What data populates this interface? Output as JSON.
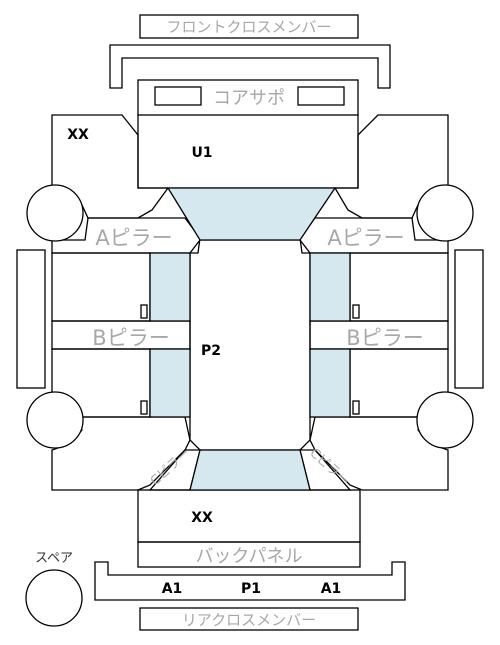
{
  "front_cross_member": "フロントクロスメンバー",
  "core_support": "コアサポ",
  "left_front_code": "XX",
  "roof_code": "U1",
  "a_pillar_left": "Aピラー",
  "a_pillar_right": "Aピラー",
  "b_pillar_left": "Bピラー",
  "b_pillar_right": "Bピラー",
  "center_code": "P2",
  "c_pillar_left": "Cピラー",
  "c_pillar_right": "Cピラー",
  "rear_code": "XX",
  "back_panel": "バックパネル",
  "spare": "スペア",
  "rear_left_code": "A1",
  "rear_center_code": "P1",
  "rear_right_code": "A1",
  "rear_cross_member": "リアクロスメンバー",
  "colors": {
    "glass": "#d5e8ef",
    "line": "#000000",
    "label_gray": "#a8a8a8"
  }
}
